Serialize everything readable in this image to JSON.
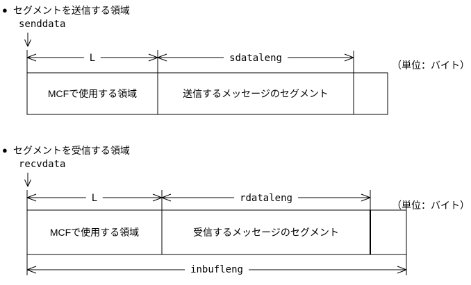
{
  "page": {
    "background_color": "#ffffff",
    "line_color": "#000000"
  },
  "send_section": {
    "bullet": "●",
    "title": "セグメントを送信する領域",
    "pointer_label": "senddata",
    "dim_left_label": "L",
    "dim_right_label": "sdataleng",
    "unit_label": "（単位：バイト）",
    "cell_left": "MCFで使用する領域",
    "cell_middle": "送信するメッセージのセグメント"
  },
  "recv_section": {
    "bullet": "●",
    "title": "セグメントを受信する領域",
    "pointer_label": "recvdata",
    "dim_left_label": "L",
    "dim_right_label": "rdataleng",
    "unit_label": "（単位：バイト）",
    "cell_left": "MCFで使用する領域",
    "cell_middle": "受信するメッセージのセグメント",
    "bottom_dim_label": "inbufleng"
  }
}
